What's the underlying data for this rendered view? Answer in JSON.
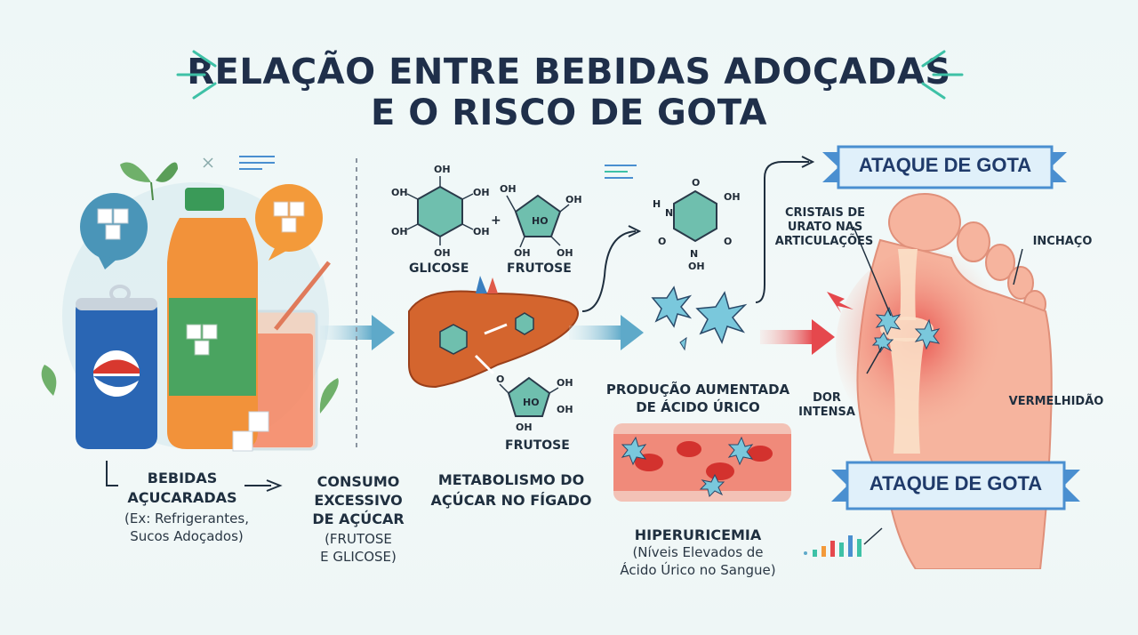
{
  "title": {
    "line1": "RELAÇÃO ENTRE BEBIDAS ADOÇADAS",
    "line2": "E O RISCO DE GOTA"
  },
  "steps": {
    "drinks": {
      "title1": "BEBIDAS",
      "title2": "AÇUCARADAS",
      "sub1": "(Ex: Refrigerantes,",
      "sub2": "Sucos Adoçados)"
    },
    "consumption": {
      "title1": "CONSUMO",
      "title2": "EXCESSIVO",
      "title3": "DE AÇÚCAR",
      "sub1": "(FRUTOSE",
      "sub2": "E GLICOSE)"
    },
    "metabolism": {
      "title1": "METABOLISMO DO",
      "title2": "AÇÚCAR NO FÍGADO"
    },
    "uric": {
      "title1": "PRODUÇÃO AUMENTADA",
      "title2": "DE ÁCIDO ÚRICO"
    },
    "hyper": {
      "title": "HIPERURICEMIA",
      "sub1": "(Níveis Elevados de",
      "sub2": "Ácido Úrico no Sangue)"
    }
  },
  "molecules": {
    "glucose": "GLICOSE",
    "fructose": "FRUTOSE",
    "fructose2": "FRUTOSE",
    "oh": "OH",
    "ho": "HO",
    "h": "H",
    "n": "N",
    "o": "O",
    "plus": "+"
  },
  "foot": {
    "banner_top": "ATAQUE DE GOTA",
    "banner_bottom": "ATAQUE DE GOTA",
    "crystals1": "CRISTAIS DE",
    "crystals2": "URATO NAS",
    "crystals3": "ARTICULAÇÕES",
    "swelling": "INCHAÇO",
    "pain1": "DOR",
    "pain2": "INTENSA",
    "redness": "VERMELHIDÃO"
  },
  "colors": {
    "title": "#1f2f4a",
    "banner": "#4a8fd0",
    "arrow": "#5ea9c9",
    "accent": "#3ec1a6",
    "red": "#e5484d",
    "orange": "#f39a3a"
  }
}
